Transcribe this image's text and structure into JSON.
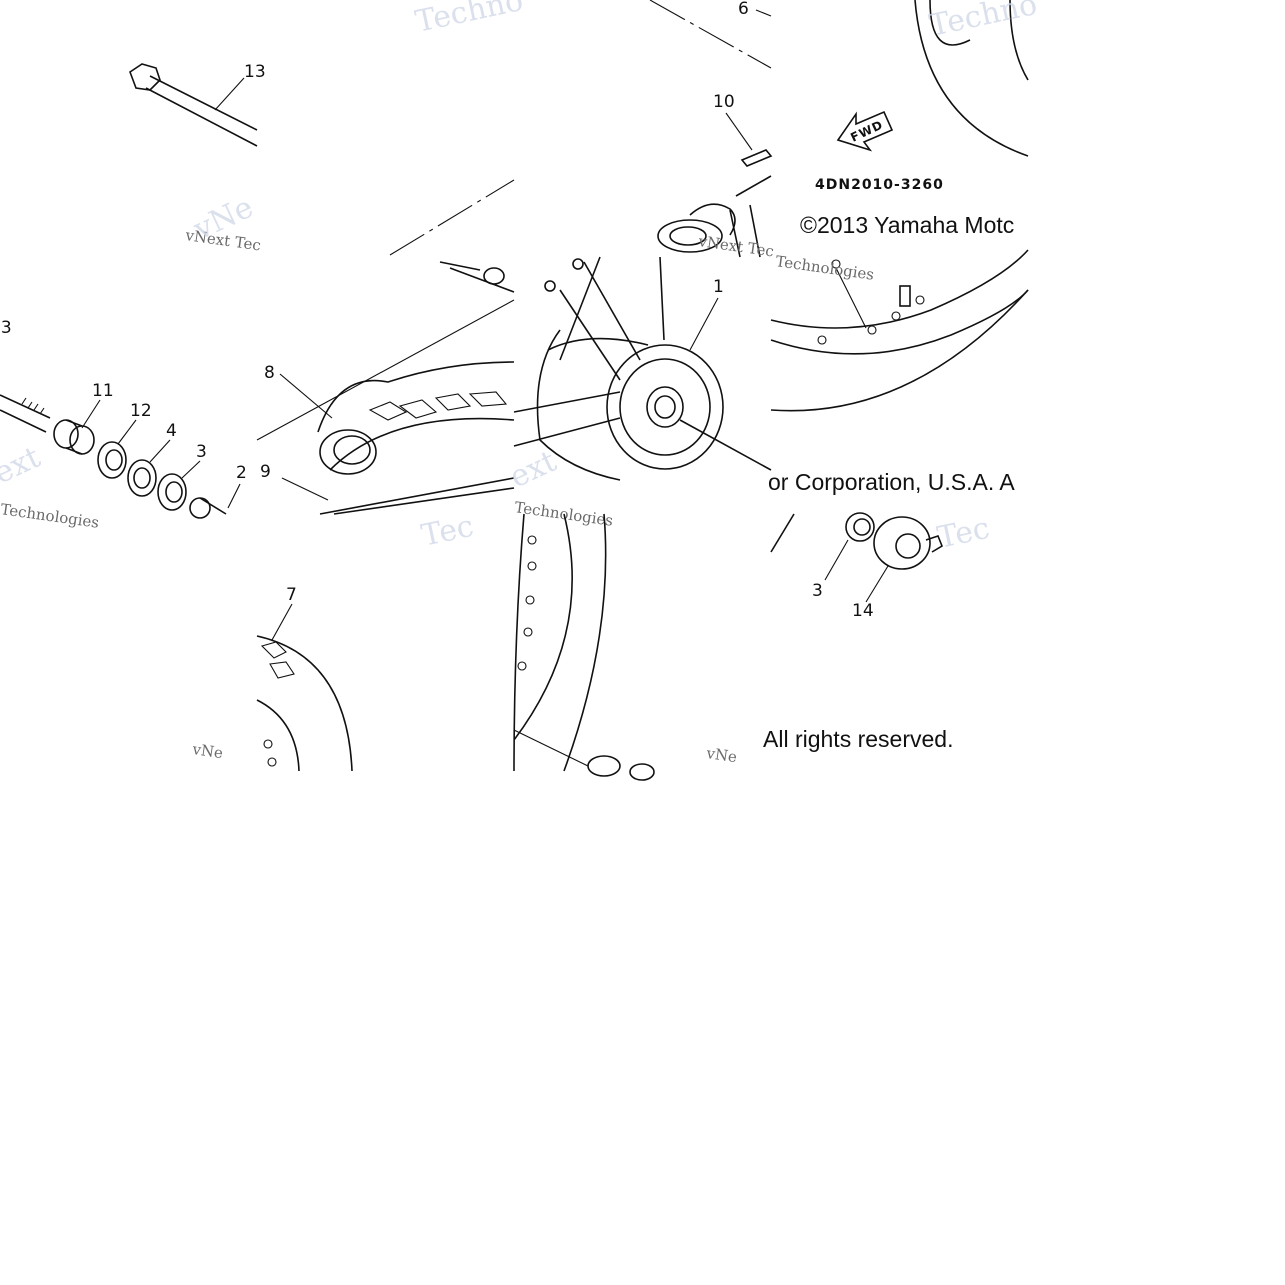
{
  "diagram": {
    "callouts": [
      "1",
      "2",
      "3",
      "3",
      "4",
      "6",
      "7",
      "8",
      "9",
      "10",
      "11",
      "12",
      "13",
      "3",
      "14"
    ],
    "part_code": "4DN2010-3260",
    "fwd_label": "FWD",
    "copyright": {
      "segment_1": "©2013 Yamaha Motc",
      "segment_2": "or Corporation, U.S.A. A",
      "segment_3": "All rights reserved."
    },
    "watermarks": {
      "brand_1": "vNext Tec",
      "brand_2": "Technologies",
      "techno": "Techno",
      "tec": "Tec",
      "ext": "ext",
      "vnex": "vNe"
    }
  }
}
